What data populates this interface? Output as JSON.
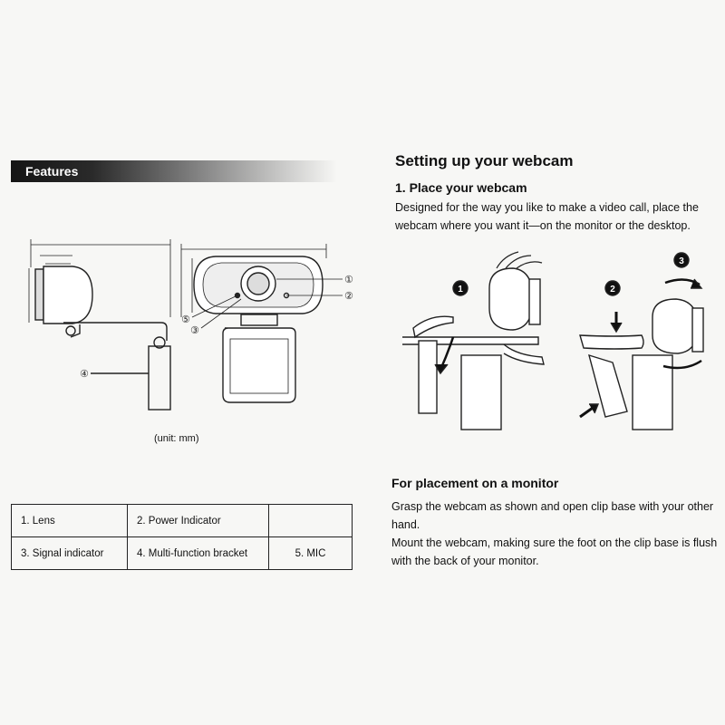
{
  "features": {
    "header": "Features",
    "unit_note": "(unit: mm)",
    "callouts": [
      "①",
      "②",
      "③",
      "④",
      "⑤"
    ],
    "table": [
      [
        "1. Lens",
        "2. Power Indicator",
        ""
      ],
      [
        "3. Signal indicator",
        "4. Multi-function bracket",
        "5. MIC"
      ]
    ]
  },
  "setup": {
    "title": "Setting up your webcam",
    "step1_title": "1. Place your webcam",
    "step1_text": "Designed for the way you like to make a video call, place the webcam where you want it—on the monitor or the desktop.",
    "step_badges": [
      "1",
      "2",
      "3"
    ],
    "monitor_title": "For placement on a monitor",
    "monitor_text_1": "Grasp the webcam as shown and open clip base with your other hand.",
    "monitor_text_2": "Mount the webcam, making sure the foot on the clip base is flush with the back of your monitor."
  }
}
